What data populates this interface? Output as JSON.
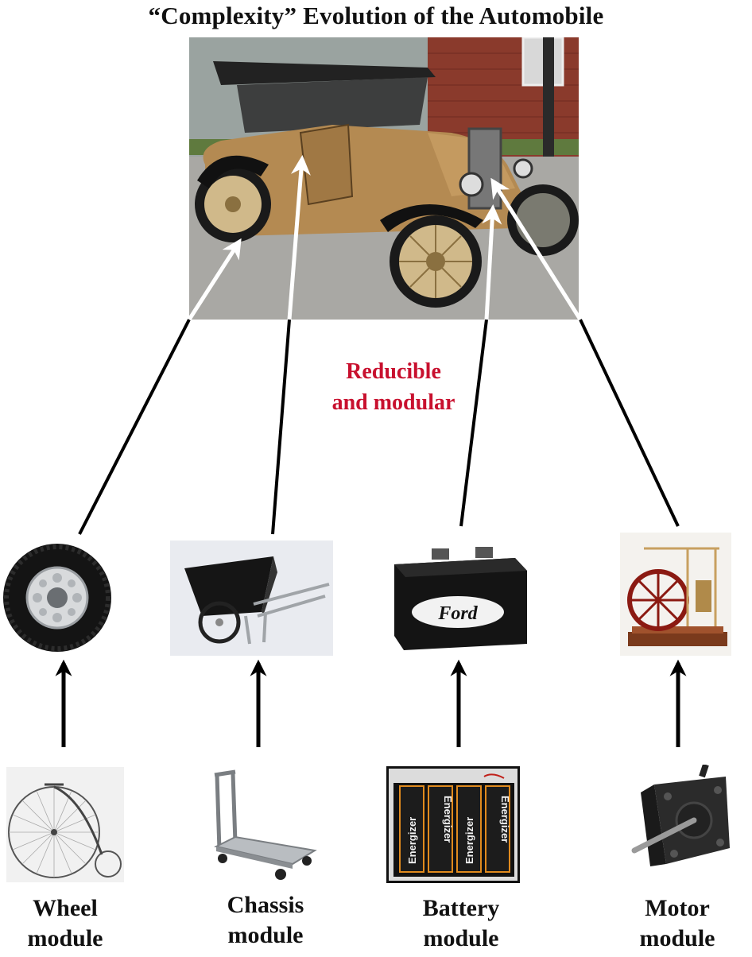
{
  "title": "“Complexity” Evolution of the Automobile",
  "annotation": {
    "line1": "Reducible",
    "line2": "and modular"
  },
  "modules": [
    {
      "line1": "Wheel",
      "line2": "module"
    },
    {
      "line1": "Chassis",
      "line2": "module"
    },
    {
      "line1": "Battery",
      "line2": "module"
    },
    {
      "line1": "Motor",
      "line2": "module"
    }
  ],
  "battery_brand": "Ford",
  "cell_brand": "Energizer",
  "colors": {
    "annotation": "#c8102e",
    "car_body": "#b48a52",
    "text": "#111111"
  }
}
